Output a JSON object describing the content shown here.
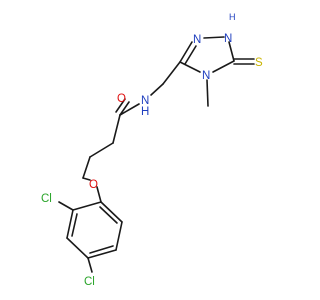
{
  "structure": {
    "atoms": {
      "n_amide": "N",
      "h_amide": "H",
      "o_carbonyl": "O",
      "o_ether": "O",
      "cl_ortho": "Cl",
      "cl_para": "Cl",
      "n_ring_left": "N",
      "n_ring_nh": "N",
      "h_ring": "H",
      "n_ring_methyl": "N",
      "s_thione": "S"
    }
  },
  "colors": {
    "bond": "#1a1a1a",
    "nitrogen": "#1f3fbf",
    "oxygen": "#e01010",
    "chlorine": "#2aa52a",
    "sulfur": "#c9b400",
    "carbon": "#1a1a1a"
  }
}
